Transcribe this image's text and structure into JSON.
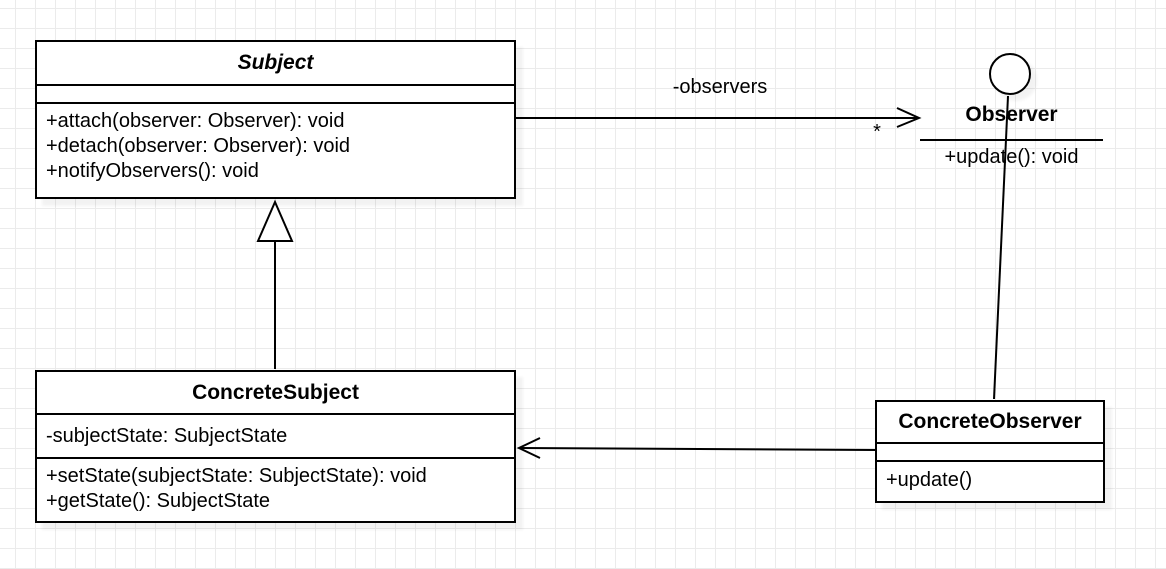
{
  "colors": {
    "stroke": "#000000",
    "fill": "#ffffff",
    "grid": "#ebebeb"
  },
  "classes": {
    "subject": {
      "title": "Subject",
      "is_abstract": true,
      "attributes": [],
      "methods": [
        "+attach(observer: Observer): void",
        "+detach(observer: Observer): void",
        "+notifyObservers(): void"
      ]
    },
    "observer_interface": {
      "title": "Observer",
      "methods": [
        "+update(): void"
      ]
    },
    "concrete_subject": {
      "title": "ConcreteSubject",
      "attributes": [
        "-subjectState: SubjectState"
      ],
      "methods": [
        "+setState(subjectState: SubjectState): void",
        "+getState(): SubjectState"
      ]
    },
    "concrete_observer": {
      "title": "ConcreteObserver",
      "attributes": [],
      "methods": [
        "+update()"
      ]
    }
  },
  "relationships": {
    "observers": {
      "label": "-observers",
      "multiplicity": "*"
    }
  }
}
